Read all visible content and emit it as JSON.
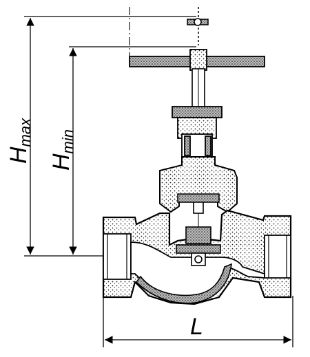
{
  "drawing": {
    "dimension_labels": {
      "h_max": {
        "base": "H",
        "sub": "max"
      },
      "h_min": {
        "base": "H",
        "sub": "min"
      },
      "length": "L"
    }
  }
}
